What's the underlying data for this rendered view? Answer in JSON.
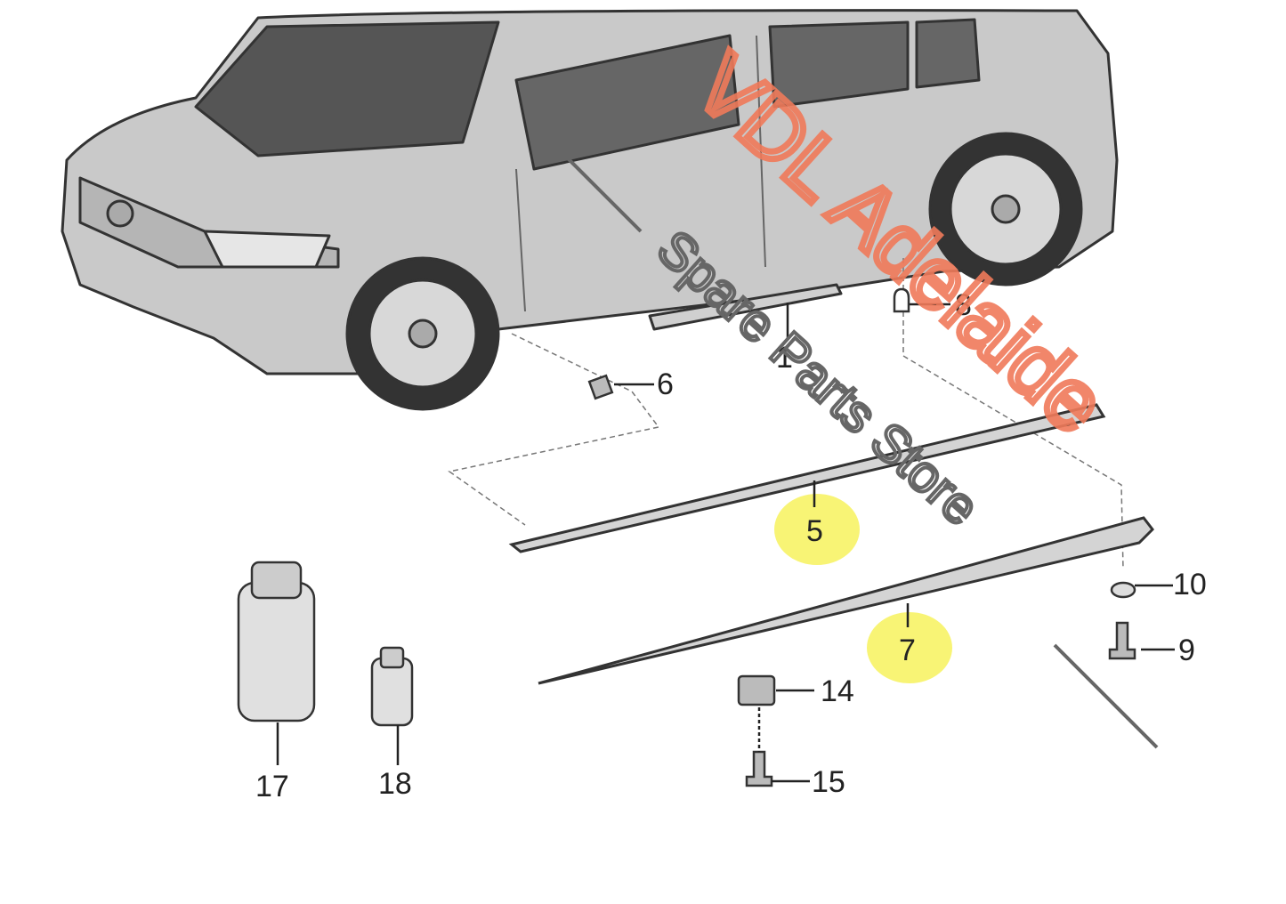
{
  "diagram": {
    "callouts": [
      {
        "id": "1",
        "label": "1"
      },
      {
        "id": "5",
        "label": "5",
        "highlighted": true
      },
      {
        "id": "6",
        "label": "6"
      },
      {
        "id": "7",
        "label": "7",
        "highlighted": true
      },
      {
        "id": "8",
        "label": "8"
      },
      {
        "id": "9",
        "label": "9"
      },
      {
        "id": "10",
        "label": "10"
      },
      {
        "id": "14",
        "label": "14"
      },
      {
        "id": "15",
        "label": "15"
      },
      {
        "id": "17",
        "label": "17"
      },
      {
        "id": "18",
        "label": "18"
      }
    ],
    "highlight_color": "#f5f03a"
  },
  "watermark": {
    "line1": "VDL Adelaide",
    "line2": "Spare Parts Store",
    "color": "#f07a5a"
  }
}
